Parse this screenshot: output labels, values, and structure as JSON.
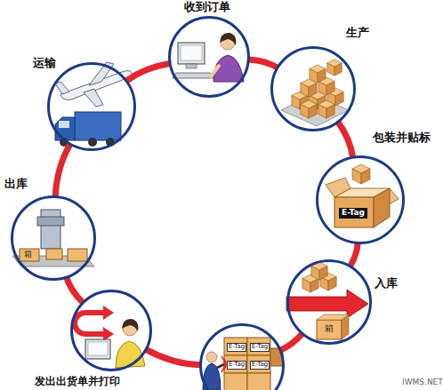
{
  "diagram": {
    "nodes": [
      {
        "text": [
          "收到订单"
        ]
      },
      {
        "text": [
          "生产"
        ]
      },
      {
        "text": [
          "包装并贴标"
        ]
      },
      {
        "text": [
          "入库"
        ]
      },
      {
        "text": [
          "E-Tag",
          "E-Tag",
          "E-Tag",
          "E-Tag"
        ]
      },
      {
        "text": [
          "发出出货单并打印"
        ]
      },
      {
        "text": [
          "出库"
        ]
      },
      {
        "text": [
          "运输"
        ]
      }
    ],
    "edges": [
      {
        "from": 0,
        "to": 1,
        "arrow": "none"
      },
      {
        "from": 1,
        "to": 2,
        "arrow": "none"
      },
      {
        "from": 2,
        "to": 3,
        "arrow": "none"
      },
      {
        "from": 3,
        "to": 4,
        "arrow": "none"
      },
      {
        "from": 4,
        "to": 5,
        "arrow": "none"
      },
      {
        "from": 5,
        "to": 6,
        "arrow": "none"
      },
      {
        "from": 6,
        "to": 7,
        "arrow": "none"
      },
      {
        "from": 7,
        "to": 0,
        "arrow": "none"
      }
    ],
    "labels": [
      "E-Tag",
      "箱",
      "箱",
      "IWMS.NET"
    ]
  }
}
